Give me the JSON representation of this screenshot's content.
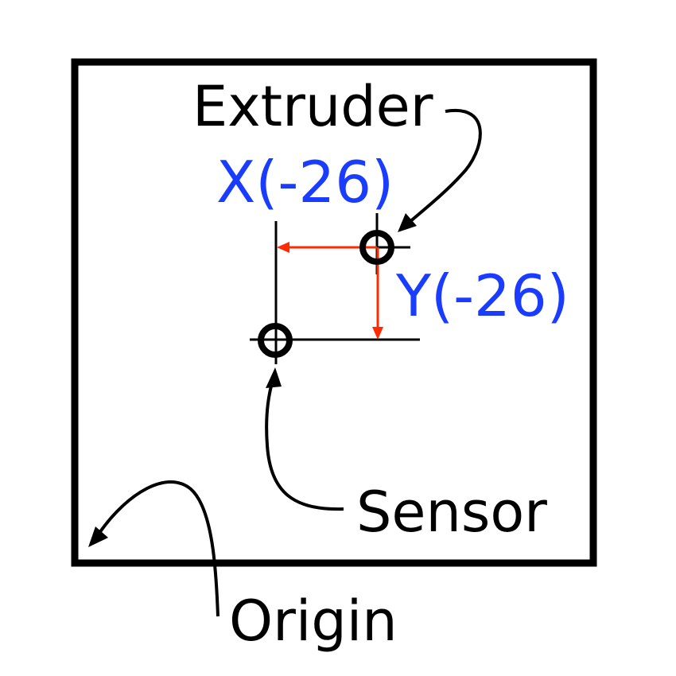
{
  "labels": {
    "extruder": "Extruder",
    "sensor": "Sensor",
    "origin": "Origin",
    "x_offset": "X(-26)",
    "y_offset": "Y(-26)"
  },
  "colors": {
    "ink": "#000000",
    "offset_text": "#1a3cff",
    "offset_arrow": "#ff2a00",
    "background": "#ffffff"
  }
}
